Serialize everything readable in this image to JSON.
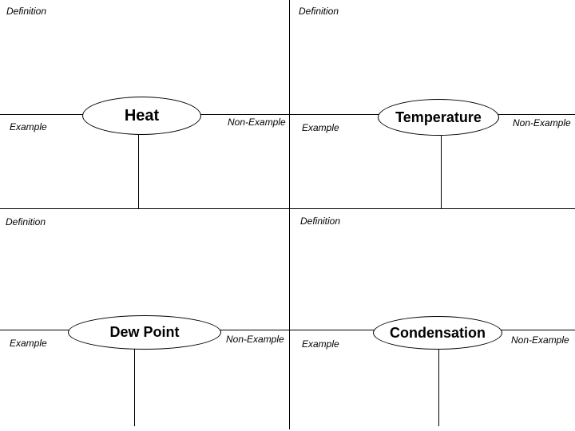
{
  "quadrants": [
    {
      "term": "Heat",
      "labels": {
        "definition": "Definition",
        "example": "Example",
        "non_example": "Non-Example"
      }
    },
    {
      "term": "Temperature",
      "labels": {
        "definition": "Definition",
        "example": "Example",
        "non_example": "Non-Example"
      }
    },
    {
      "term": "Dew Point",
      "labels": {
        "definition": "Definition",
        "example": "Example",
        "non_example": "Non-Example"
      }
    },
    {
      "term": "Condensation",
      "labels": {
        "definition": "Definition",
        "example": "Example",
        "non_example": "Non-Example"
      }
    }
  ],
  "colors": {
    "background": "#ffffff",
    "line": "#000000",
    "text": "#000000"
  }
}
